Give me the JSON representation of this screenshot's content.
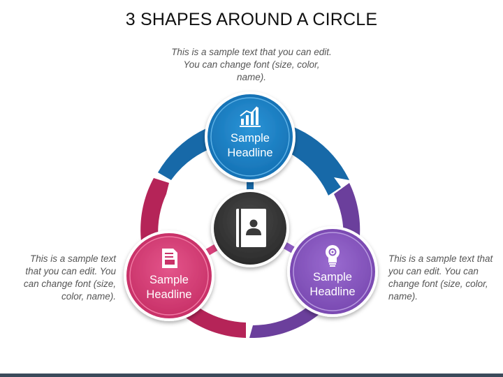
{
  "title": "3 SHAPES AROUND A CIRCLE",
  "nodes": {
    "top": {
      "headline_line1": "Sample",
      "headline_line2": "Headline",
      "description": "This is a sample text that you can edit. You can change font (size, color, name).",
      "icon": "bar-chart-icon",
      "color": "#1a7fc4"
    },
    "left": {
      "headline_line1": "Sample",
      "headline_line2": "Headline",
      "description": "This is a sample text that you can edit. You can change font (size, color, name).",
      "icon": "document-icon",
      "color": "#d8417a"
    },
    "right": {
      "headline_line1": "Sample",
      "headline_line2": "Headline",
      "description": "This is a sample text that you can edit. You can change font (size, color, name).",
      "icon": "lightbulb-gear-icon",
      "color": "#8e5bc4"
    }
  },
  "center": {
    "icon": "contact-book-icon",
    "color": "#3a3a3a"
  },
  "arc_colors": {
    "blue": "#1769a8",
    "purple": "#6b3f9c",
    "crimson": "#b52458"
  }
}
